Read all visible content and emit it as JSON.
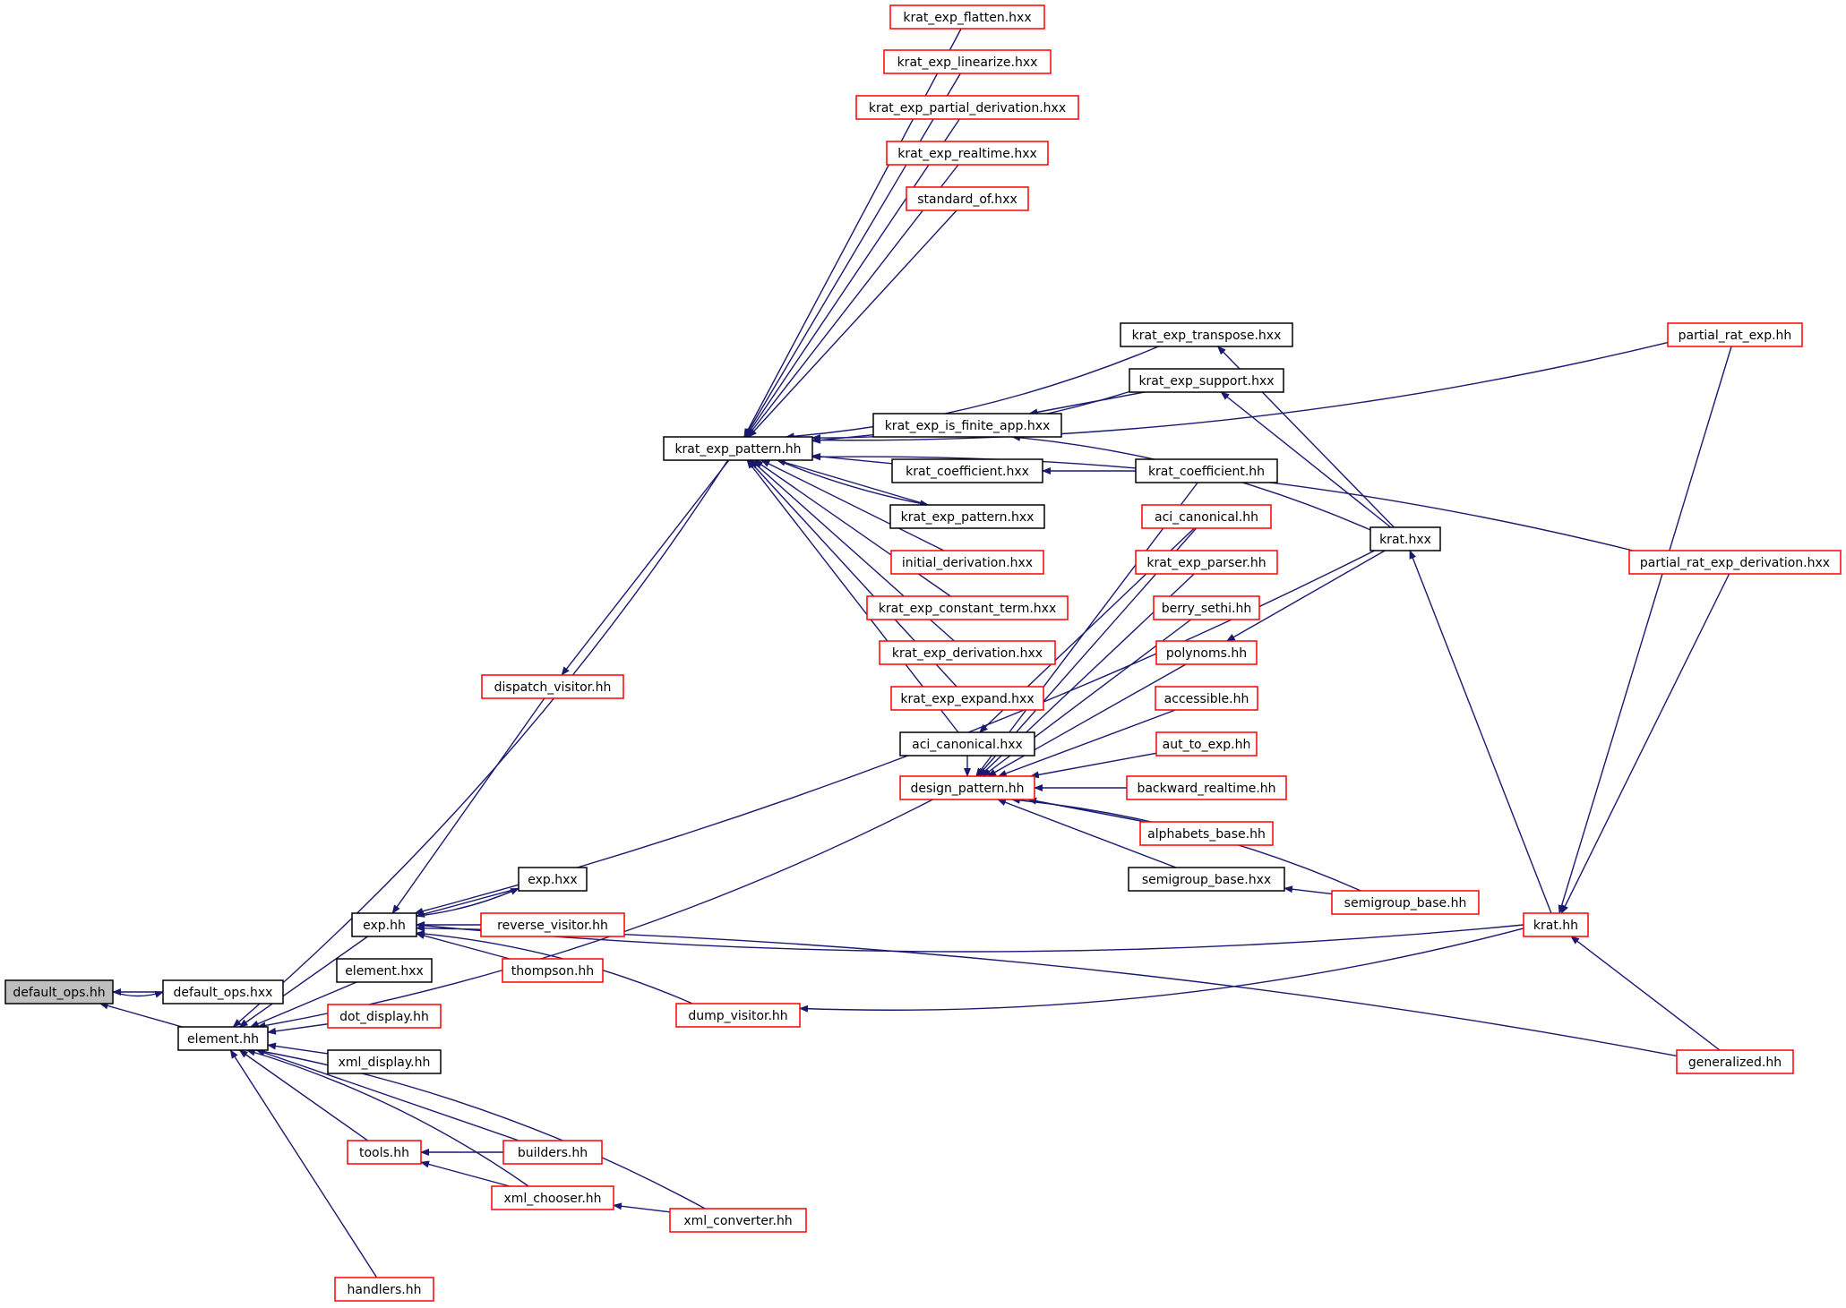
{
  "colors": {
    "edge": "#191970",
    "complete_border": "#000000",
    "truncated_border": "#ff0000",
    "root_fill": "#bfbfbf",
    "node_fill": "#ffffff",
    "text": "#000000"
  },
  "nodes": [
    {
      "id": "default_ops_hh",
      "label": "default_ops.hh",
      "kind": "root"
    },
    {
      "id": "default_ops_hxx",
      "label": "default_ops.hxx",
      "kind": "complete"
    },
    {
      "id": "element_hh",
      "label": "element.hh",
      "kind": "complete"
    },
    {
      "id": "exp_hh",
      "label": "exp.hh",
      "kind": "complete"
    },
    {
      "id": "element_hxx",
      "label": "element.hxx",
      "kind": "complete"
    },
    {
      "id": "dot_display_hh",
      "label": "dot_display.hh",
      "kind": "truncated"
    },
    {
      "id": "xml_display_hh",
      "label": "xml_display.hh",
      "kind": "complete"
    },
    {
      "id": "tools_hh",
      "label": "tools.hh",
      "kind": "truncated"
    },
    {
      "id": "handlers_hh",
      "label": "handlers.hh",
      "kind": "truncated"
    },
    {
      "id": "builders_hh",
      "label": "builders.hh",
      "kind": "truncated"
    },
    {
      "id": "xml_chooser_hh",
      "label": "xml_chooser.hh",
      "kind": "truncated"
    },
    {
      "id": "xml_converter_hh",
      "label": "xml_converter.hh",
      "kind": "truncated"
    },
    {
      "id": "exp_hxx",
      "label": "exp.hxx",
      "kind": "complete"
    },
    {
      "id": "reverse_visitor_hh",
      "label": "reverse_visitor.hh",
      "kind": "truncated"
    },
    {
      "id": "thompson_hh",
      "label": "thompson.hh",
      "kind": "truncated"
    },
    {
      "id": "dispatch_visitor_hh",
      "label": "dispatch_visitor.hh",
      "kind": "truncated"
    },
    {
      "id": "dump_visitor_hh",
      "label": "dump_visitor.hh",
      "kind": "truncated"
    },
    {
      "id": "krat_exp_pattern_hh",
      "label": "krat_exp_pattern.hh",
      "kind": "complete"
    },
    {
      "id": "design_pattern_hh",
      "label": "design_pattern.hh",
      "kind": "truncated"
    },
    {
      "id": "krat_exp_flatten_hxx",
      "label": "krat_exp_flatten.hxx",
      "kind": "truncated"
    },
    {
      "id": "krat_exp_linearize_hxx",
      "label": "krat_exp_linearize.hxx",
      "kind": "truncated"
    },
    {
      "id": "krat_exp_partial_derivation_hxx",
      "label": "krat_exp_partial_derivation.hxx",
      "kind": "truncated"
    },
    {
      "id": "krat_exp_realtime_hxx",
      "label": "krat_exp_realtime.hxx",
      "kind": "truncated"
    },
    {
      "id": "standard_of_hxx",
      "label": "standard_of.hxx",
      "kind": "truncated"
    },
    {
      "id": "krat_exp_is_finite_app_hxx",
      "label": "krat_exp_is_finite_app.hxx",
      "kind": "complete"
    },
    {
      "id": "krat_coefficient_hxx",
      "label": "krat_coefficient.hxx",
      "kind": "complete"
    },
    {
      "id": "krat_exp_pattern_hxx",
      "label": "krat_exp_pattern.hxx",
      "kind": "complete"
    },
    {
      "id": "initial_derivation_hxx",
      "label": "initial_derivation.hxx",
      "kind": "truncated"
    },
    {
      "id": "krat_exp_constant_term_hxx",
      "label": "krat_exp_constant_term.hxx",
      "kind": "truncated"
    },
    {
      "id": "krat_exp_derivation_hxx",
      "label": "krat_exp_derivation.hxx",
      "kind": "truncated"
    },
    {
      "id": "krat_exp_expand_hxx",
      "label": "krat_exp_expand.hxx",
      "kind": "truncated"
    },
    {
      "id": "aci_canonical_hxx",
      "label": "aci_canonical.hxx",
      "kind": "complete"
    },
    {
      "id": "krat_exp_transpose_hxx",
      "label": "krat_exp_transpose.hxx",
      "kind": "complete"
    },
    {
      "id": "krat_exp_support_hxx",
      "label": "krat_exp_support.hxx",
      "kind": "complete"
    },
    {
      "id": "krat_coefficient_hh",
      "label": "krat_coefficient.hh",
      "kind": "complete"
    },
    {
      "id": "aci_canonical_hh",
      "label": "aci_canonical.hh",
      "kind": "truncated"
    },
    {
      "id": "krat_exp_parser_hh",
      "label": "krat_exp_parser.hh",
      "kind": "truncated"
    },
    {
      "id": "berry_sethi_hh",
      "label": "berry_sethi.hh",
      "kind": "truncated"
    },
    {
      "id": "polynoms_hh",
      "label": "polynoms.hh",
      "kind": "truncated"
    },
    {
      "id": "accessible_hh",
      "label": "accessible.hh",
      "kind": "truncated"
    },
    {
      "id": "aut_to_exp_hh",
      "label": "aut_to_exp.hh",
      "kind": "truncated"
    },
    {
      "id": "backward_realtime_hh",
      "label": "backward_realtime.hh",
      "kind": "truncated"
    },
    {
      "id": "alphabets_base_hh",
      "label": "alphabets_base.hh",
      "kind": "truncated"
    },
    {
      "id": "semigroup_base_hxx",
      "label": "semigroup_base.hxx",
      "kind": "complete"
    },
    {
      "id": "semigroup_base_hh",
      "label": "semigroup_base.hh",
      "kind": "truncated"
    },
    {
      "id": "krat_hxx",
      "label": "krat.hxx",
      "kind": "complete"
    },
    {
      "id": "krat_hh",
      "label": "krat.hh",
      "kind": "truncated"
    },
    {
      "id": "partial_rat_exp_hh",
      "label": "partial_rat_exp.hh",
      "kind": "truncated"
    },
    {
      "id": "partial_rat_exp_derivation_hxx",
      "label": "partial_rat_exp_derivation.hxx",
      "kind": "truncated"
    },
    {
      "id": "generalized_hh",
      "label": "generalized.hh",
      "kind": "truncated"
    }
  ],
  "edges": [
    [
      "default_ops_hxx",
      "default_ops_hh"
    ],
    [
      "default_ops_hh",
      "default_ops_hxx"
    ],
    [
      "element_hh",
      "default_ops_hh"
    ],
    [
      "exp_hh",
      "element_hh"
    ],
    [
      "element_hxx",
      "element_hh"
    ],
    [
      "dot_display_hh",
      "element_hh"
    ],
    [
      "xml_display_hh",
      "element_hh"
    ],
    [
      "tools_hh",
      "element_hh"
    ],
    [
      "handlers_hh",
      "element_hh"
    ],
    [
      "builders_hh",
      "element_hh"
    ],
    [
      "xml_chooser_hh",
      "element_hh"
    ],
    [
      "xml_converter_hh",
      "element_hh"
    ],
    [
      "krat_exp_pattern_hh",
      "element_hh"
    ],
    [
      "design_pattern_hh",
      "element_hh"
    ],
    [
      "builders_hh",
      "tools_hh"
    ],
    [
      "xml_chooser_hh",
      "tools_hh"
    ],
    [
      "xml_converter_hh",
      "xml_chooser_hh"
    ],
    [
      "exp_hxx",
      "exp_hh"
    ],
    [
      "exp_hh",
      "exp_hxx"
    ],
    [
      "reverse_visitor_hh",
      "exp_hh"
    ],
    [
      "thompson_hh",
      "exp_hh"
    ],
    [
      "dump_visitor_hh",
      "exp_hh"
    ],
    [
      "dispatch_visitor_hh",
      "exp_hh"
    ],
    [
      "krat_hxx",
      "exp_hh"
    ],
    [
      "krat_hh",
      "exp_hh"
    ],
    [
      "generalized_hh",
      "exp_hh"
    ],
    [
      "krat_exp_pattern_hh",
      "dispatch_visitor_hh"
    ],
    [
      "krat_hh",
      "dump_visitor_hh"
    ],
    [
      "krat_exp_flatten_hxx",
      "krat_exp_pattern_hh"
    ],
    [
      "krat_exp_linearize_hxx",
      "krat_exp_pattern_hh"
    ],
    [
      "krat_exp_partial_derivation_hxx",
      "krat_exp_pattern_hh"
    ],
    [
      "krat_exp_realtime_hxx",
      "krat_exp_pattern_hh"
    ],
    [
      "standard_of_hxx",
      "krat_exp_pattern_hh"
    ],
    [
      "partial_rat_exp_hh",
      "krat_exp_pattern_hh"
    ],
    [
      "partial_rat_exp_derivation_hxx",
      "krat_exp_pattern_hh"
    ],
    [
      "krat_exp_transpose_hxx",
      "krat_exp_pattern_hh"
    ],
    [
      "krat_exp_support_hxx",
      "krat_exp_pattern_hh"
    ],
    [
      "krat_exp_is_finite_app_hxx",
      "krat_exp_pattern_hh"
    ],
    [
      "krat_coefficient_hxx",
      "krat_exp_pattern_hh"
    ],
    [
      "krat_exp_pattern_hxx",
      "krat_exp_pattern_hh"
    ],
    [
      "krat_exp_pattern_hh",
      "krat_exp_pattern_hxx"
    ],
    [
      "initial_derivation_hxx",
      "krat_exp_pattern_hh"
    ],
    [
      "krat_exp_constant_term_hxx",
      "krat_exp_pattern_hh"
    ],
    [
      "krat_exp_derivation_hxx",
      "krat_exp_pattern_hh"
    ],
    [
      "krat_exp_expand_hxx",
      "krat_exp_pattern_hh"
    ],
    [
      "aci_canonical_hxx",
      "krat_exp_pattern_hh"
    ],
    [
      "krat_exp_support_hxx",
      "krat_exp_is_finite_app_hxx"
    ],
    [
      "krat_hxx",
      "krat_exp_is_finite_app_hxx"
    ],
    [
      "krat_coefficient_hh",
      "krat_coefficient_hxx"
    ],
    [
      "aci_canonical_hh",
      "aci_canonical_hxx"
    ],
    [
      "krat_hxx",
      "krat_exp_transpose_hxx"
    ],
    [
      "krat_hxx",
      "krat_exp_support_hxx"
    ],
    [
      "krat_hxx",
      "polynoms_hh"
    ],
    [
      "krat_hh",
      "krat_hxx"
    ],
    [
      "partial_rat_exp_hh",
      "krat_hh"
    ],
    [
      "partial_rat_exp_derivation_hxx",
      "krat_hh"
    ],
    [
      "generalized_hh",
      "krat_hh"
    ],
    [
      "semigroup_base_hh",
      "semigroup_base_hxx"
    ],
    [
      "krat_coefficient_hh",
      "design_pattern_hh"
    ],
    [
      "aci_canonical_hxx",
      "design_pattern_hh"
    ],
    [
      "aci_canonical_hh",
      "design_pattern_hh"
    ],
    [
      "krat_exp_parser_hh",
      "design_pattern_hh"
    ],
    [
      "berry_sethi_hh",
      "design_pattern_hh"
    ],
    [
      "polynoms_hh",
      "design_pattern_hh"
    ],
    [
      "accessible_hh",
      "design_pattern_hh"
    ],
    [
      "aut_to_exp_hh",
      "design_pattern_hh"
    ],
    [
      "backward_realtime_hh",
      "design_pattern_hh"
    ],
    [
      "alphabets_base_hh",
      "design_pattern_hh"
    ],
    [
      "semigroup_base_hxx",
      "design_pattern_hh"
    ],
    [
      "semigroup_base_hh",
      "design_pattern_hh"
    ]
  ]
}
